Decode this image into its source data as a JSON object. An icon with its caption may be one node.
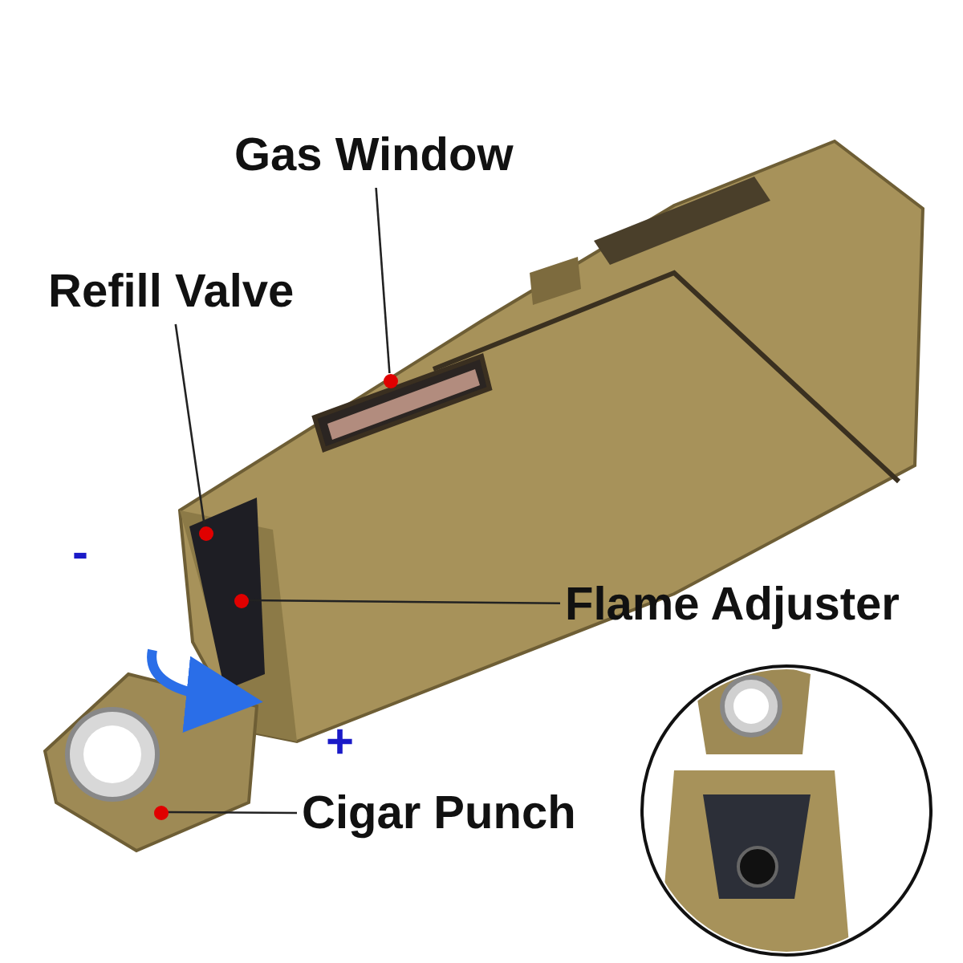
{
  "diagram": {
    "nodes": [
      {
        "text": [
          "Gas Window"
        ]
      },
      {
        "text": [
          "Refill Valve"
        ]
      },
      {
        "text": [
          "Flame Adjuster"
        ]
      },
      {
        "text": [
          "Cigar Punch"
        ]
      },
      {
        "text": [],
        "shape": "circle"
      },
      {
        "text": [],
        "shape": "circle"
      },
      {
        "text": [],
        "shape": "circle"
      },
      {
        "text": [],
        "shape": "circle"
      }
    ],
    "edges": [
      {
        "from": 0,
        "to": 4,
        "arrow": "none"
      },
      {
        "from": 1,
        "to": 5,
        "arrow": "none"
      },
      {
        "from": 2,
        "to": 6,
        "arrow": "none"
      },
      {
        "from": 3,
        "to": 7,
        "arrow": "none"
      }
    ],
    "labels": [
      "-",
      "+"
    ]
  }
}
